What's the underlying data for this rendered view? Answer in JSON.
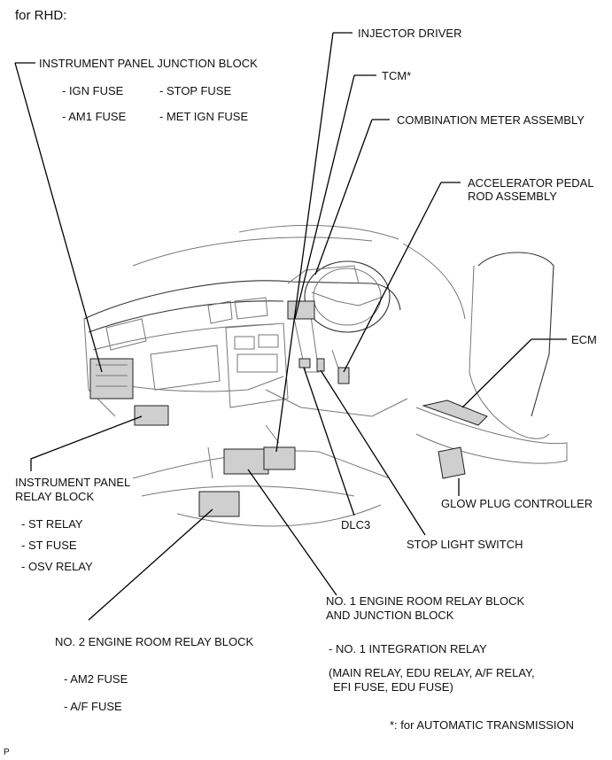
{
  "header": "for RHD:",
  "labels": {
    "injector_driver": "INJECTOR DRIVER",
    "ip_junction_block": "INSTRUMENT PANEL JUNCTION BLOCK",
    "ign_fuse": "- IGN FUSE",
    "stop_fuse": "- STOP FUSE",
    "am1_fuse": "- AM1 FUSE",
    "met_ign_fuse": "- MET IGN FUSE",
    "tcm": "TCM*",
    "combination_meter": "COMBINATION METER ASSEMBLY",
    "accel_pedal_1": "ACCELERATOR PEDAL",
    "accel_pedal_2": "ROD ASSEMBLY",
    "ecm": "ECM",
    "glow_plug": "GLOW PLUG CONTROLLER",
    "ip_relay_1": "INSTRUMENT PANEL",
    "ip_relay_2": "RELAY BLOCK",
    "st_relay": "- ST RELAY",
    "st_fuse": "- ST FUSE",
    "osv_relay": "- OSV RELAY",
    "dlc3": "DLC3",
    "stop_light_switch": "STOP LIGHT SWITCH",
    "er1_1": "NO. 1 ENGINE ROOM RELAY BLOCK",
    "er1_2": "AND JUNCTION BLOCK",
    "er1_integration": "- NO. 1 INTEGRATION RELAY",
    "er1_detail_1": "(MAIN RELAY, EDU RELAY, A/F RELAY,",
    "er1_detail_2": "EFI FUSE, EDU FUSE)",
    "er2": "NO. 2 ENGINE ROOM RELAY BLOCK",
    "am2_fuse": "- AM2 FUSE",
    "af_fuse": "- A/F FUSE",
    "footnote": "*: for AUTOMATIC TRANSMISSION",
    "corner_mark": "P"
  }
}
